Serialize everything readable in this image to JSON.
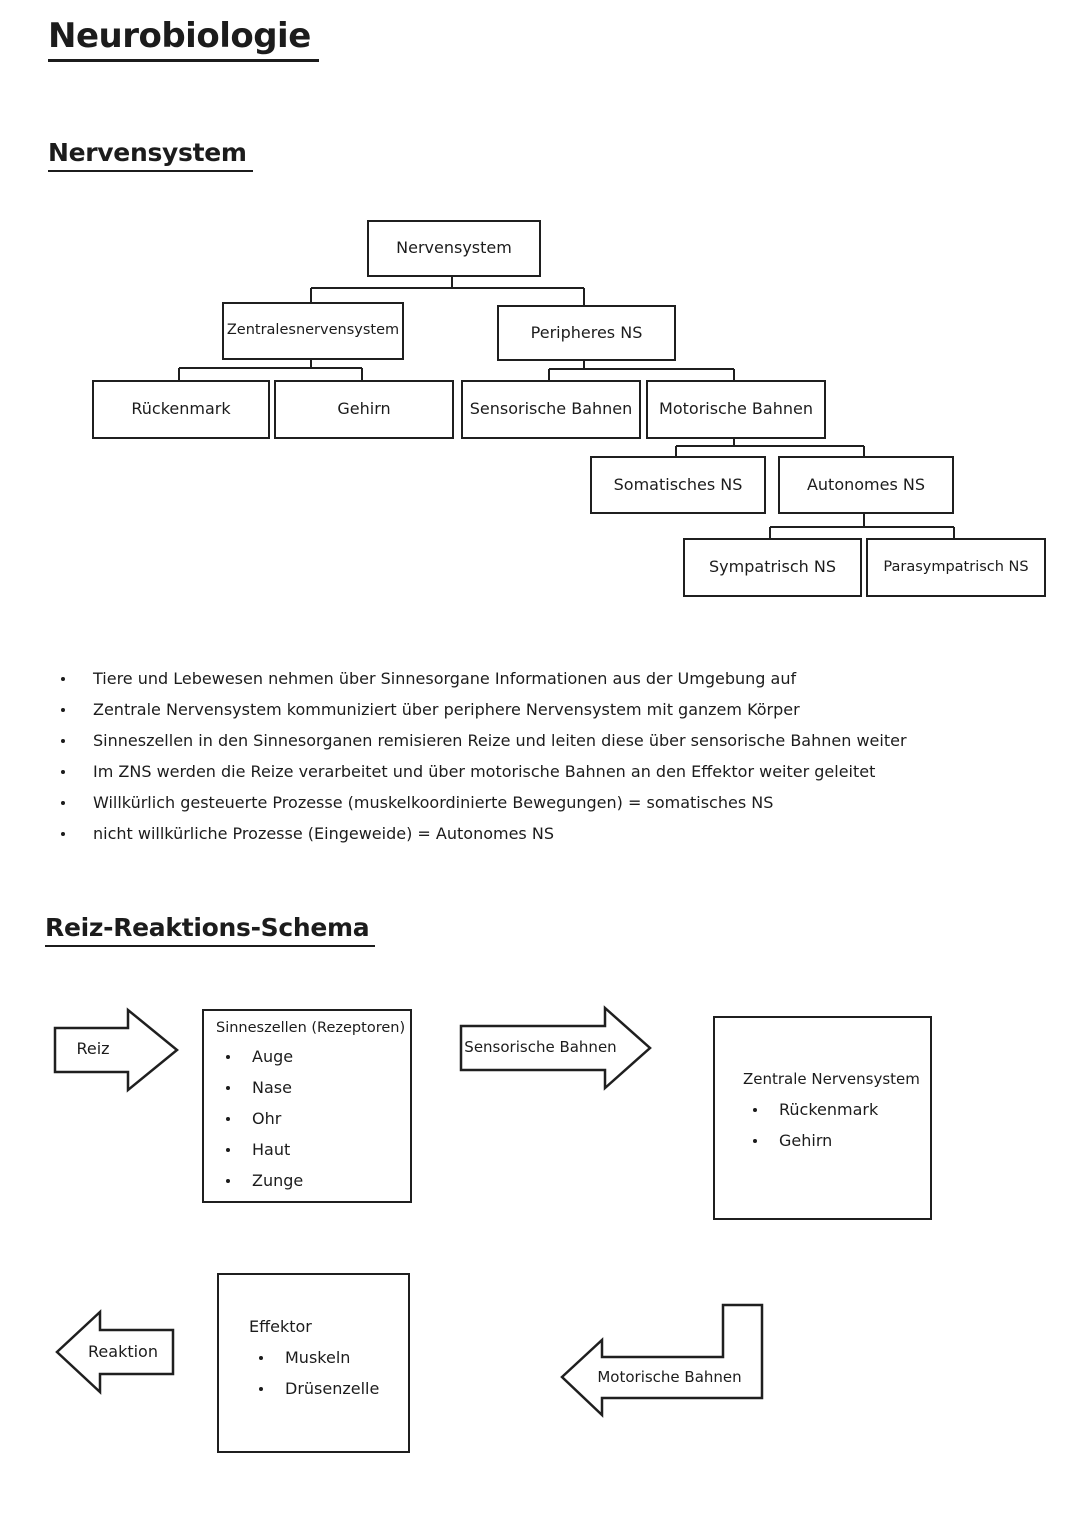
{
  "page": {
    "title": "Neurobiologie",
    "sections": {
      "nervensystem": "Nervensystem",
      "reiz_reaktions_schema": "Reiz-Reaktions-Schema"
    }
  },
  "colors": {
    "ink": "#1f1f1f",
    "background": "#ffffff"
  },
  "tree": {
    "nodes": [
      {
        "id": "nervensystem",
        "label": "Nervensystem"
      },
      {
        "id": "zentrales-nervensystem",
        "label": "Zentralesnervensystem"
      },
      {
        "id": "peripheres-ns",
        "label": "Peripheres NS"
      },
      {
        "id": "rueckenmark",
        "label": "Rückenmark"
      },
      {
        "id": "gehirn",
        "label": "Gehirn"
      },
      {
        "id": "sensorische-bahnen",
        "label": "Sensorische Bahnen"
      },
      {
        "id": "motorische-bahnen",
        "label": "Motorische Bahnen"
      },
      {
        "id": "somatisches-ns",
        "label": "Somatisches NS"
      },
      {
        "id": "autonomes-ns",
        "label": "Autonomes NS"
      },
      {
        "id": "sympatrisch-ns",
        "label": "Sympatrisch NS"
      },
      {
        "id": "parasympatrisch-ns",
        "label": "Parasympatrisch NS"
      }
    ]
  },
  "notes": [
    "Tiere und Lebewesen nehmen über Sinnesorgane Informationen aus der Umgebung auf",
    "Zentrale Nervensystem kommuniziert über periphere Nervensystem mit ganzem Körper",
    "Sinneszellen in den Sinnesorganen remisieren Reize und leiten diese über sensorische Bahnen weiter",
    "Im ZNS werden die Reize verarbeitet und über motorische Bahnen an den Effektor weiter geleitet",
    "Willkürlich gesteuerte Prozesse (muskelkoordinierte Bewegungen) = somatisches NS",
    "nicht willkürliche Prozesse (Eingeweide) = Autonomes NS"
  ],
  "schema": {
    "arrows": {
      "reiz": "Reiz",
      "sensorische": "Sensorische Bahnen",
      "reaktion": "Reaktion",
      "motorische": "Motorische Bahnen"
    },
    "sinneszellen": {
      "title": "Sinneszellen (Rezeptoren)",
      "items": [
        "Auge",
        "Nase",
        "Ohr",
        "Haut",
        "Zunge"
      ]
    },
    "zns": {
      "title": "Zentrale Nervensystem",
      "items": [
        "Rückenmark",
        "Gehirn"
      ]
    },
    "effektor": {
      "title": "Effektor",
      "items": [
        "Muskeln",
        "Drüsenzelle"
      ]
    }
  }
}
